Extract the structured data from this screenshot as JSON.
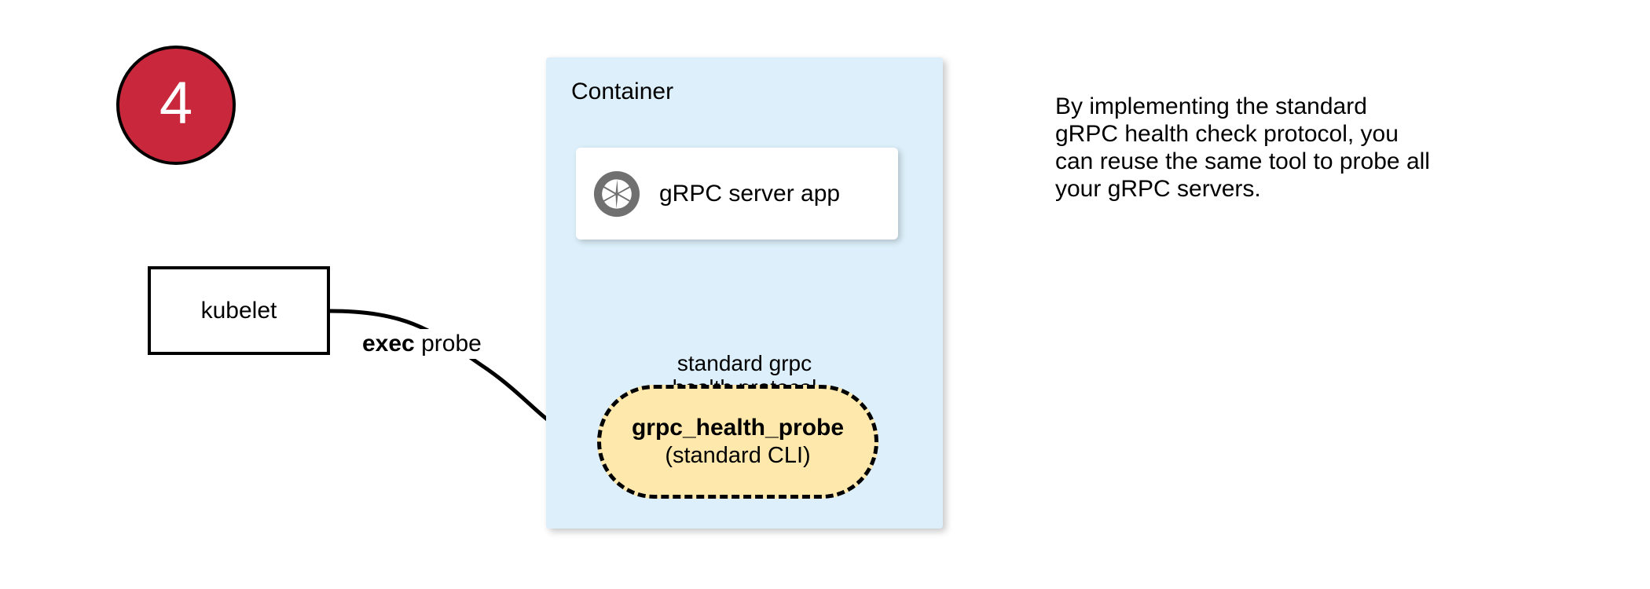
{
  "step": {
    "number": "4"
  },
  "kubelet": {
    "label": "kubelet"
  },
  "exec_probe": {
    "bold_word": "exec",
    "rest": " probe"
  },
  "container": {
    "title": "Container",
    "fill_color": "#dcefFA"
  },
  "grpc_app": {
    "icon": "grpc-aperture-icon",
    "label": "gRPC server app",
    "icon_color": "#707070"
  },
  "protocol_arrow": {
    "line1": "standard grpc",
    "line2": "health protocol"
  },
  "health_probe": {
    "name": "grpc_health_probe",
    "subtitle": "(standard CLI)",
    "fill_color": "#ffe8ac",
    "border_color": "#000000"
  },
  "caption": {
    "lines": [
      "By implementing the standard",
      "gRPC health check protocol, you",
      "can reuse the same tool to probe all",
      "your gRPC servers."
    ]
  },
  "colors": {
    "badge_red": "#c9283c",
    "container_blue": "#dcefFA",
    "probe_yellow": "#ffe8ac",
    "icon_gray": "#707070",
    "stroke_black": "#000000"
  }
}
